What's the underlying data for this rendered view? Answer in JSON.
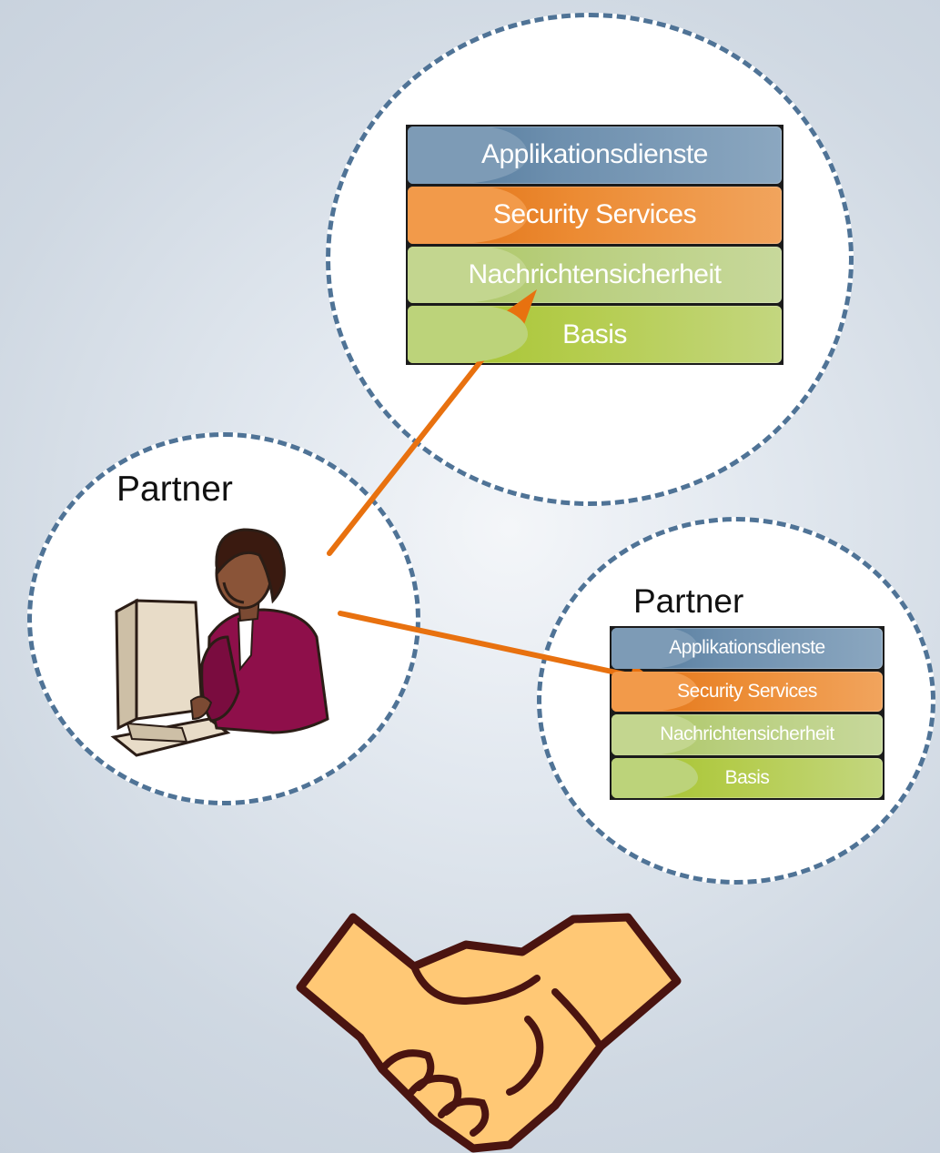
{
  "partners": [
    {
      "label": "Partner"
    },
    {
      "label": "Partner"
    }
  ],
  "stack_top": {
    "layers": [
      "Applikationsdienste",
      "Security Services",
      "Nachrichtensicherheit",
      "Basis"
    ]
  },
  "stack_right": {
    "layers": [
      "Applikationsdienste",
      "Security Services",
      "Nachrichtensicherheit",
      "Basis"
    ]
  },
  "colors": {
    "arrow": "#e8710f",
    "circle_border": "#4f7396",
    "applikationsdienste": "#6d8fae",
    "security_services": "#ec8b33",
    "nachrichtensicherheit": "#b9cf7f",
    "basis": "#b4cc4c",
    "handshake_fill": "#ffc875",
    "handshake_outline": "#4a1410"
  },
  "icons": [
    "person-at-computer-icon",
    "handshake-icon"
  ]
}
